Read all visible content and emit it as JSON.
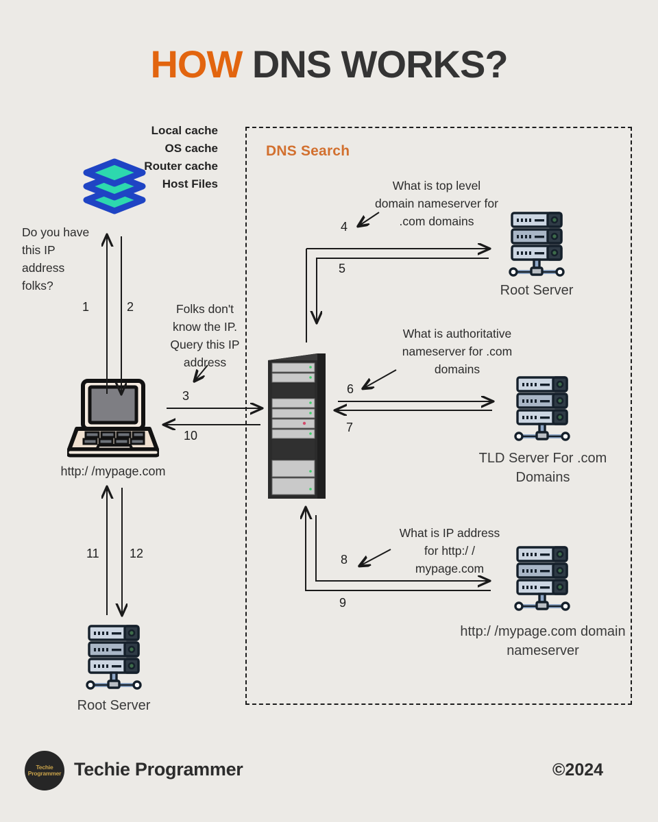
{
  "title": {
    "highlight": "HOW ",
    "rest": "DNS WORKS?",
    "highlight_color": "#e2650f",
    "rest_color": "#343434"
  },
  "background_color": "#eceae6",
  "dns_box": {
    "label": "DNS Search",
    "label_color": "#d2702f"
  },
  "cache": {
    "icon": "layers-icon",
    "lines": "Local cache\nOS cache\nRouter cache\nHost Files",
    "icon_fill": "#2dd9ae",
    "icon_stroke": "#1f44c4"
  },
  "client": {
    "icon": "laptop-icon",
    "label": "http:/ /mypage.com"
  },
  "resolver": {
    "icon": "server-rack-icon"
  },
  "messages": {
    "ask_cache": "Do you have\nthis IP\naddress\nfolks?",
    "cache_miss": "Folks don't\nknow the IP.\nQuery this IP\naddress",
    "ask_tld_ns": "What is top level\ndomain nameserver for\n.com domains",
    "ask_auth_ns": "What is authoritative\nnameserver for .com\ndomains",
    "ask_ip": "What is IP address\nfor http:/ /\nmypage.com"
  },
  "steps": {
    "s1": "1",
    "s2": "2",
    "s3": "3",
    "s4": "4",
    "s5": "5",
    "s6": "6",
    "s7": "7",
    "s8": "8",
    "s9": "9",
    "s10": "10",
    "s11": "11",
    "s12": "12"
  },
  "servers": {
    "root_top": {
      "icon": "server-icon",
      "caption": "Root Server"
    },
    "tld": {
      "icon": "server-icon",
      "caption": "TLD Server For\n.com Domains"
    },
    "authoritative": {
      "icon": "server-icon",
      "caption": "http:/ /mypage.com\ndomain nameserver"
    },
    "root_bottom": {
      "icon": "server-icon",
      "caption": "Root Server"
    }
  },
  "footer": {
    "logo_line1": "Techie",
    "logo_line2": "Programmer",
    "brand": "Techie Programmer",
    "copyright": "©2024"
  }
}
